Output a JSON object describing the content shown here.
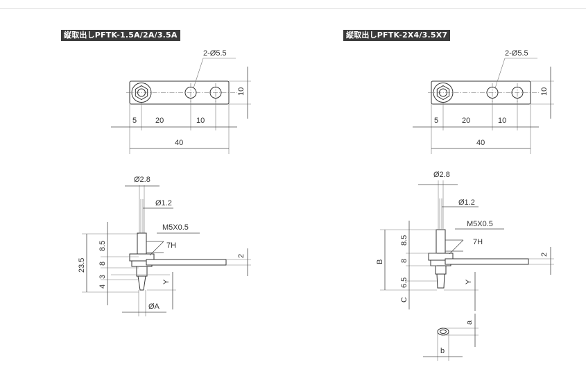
{
  "left": {
    "title": "縦取出しPFTK-1.5A/2A/3.5A",
    "hole_label": "2-Ø5.5",
    "dim_height": "10",
    "dim_5": "5",
    "dim_20": "20",
    "dim_10": "10",
    "dim_40": "40",
    "dia_28": "Ø2.8",
    "dia_12": "Ø1.2",
    "thread": "M5X0.5",
    "tol": "7H",
    "dim_235": "23.5",
    "dim_85": "8.5",
    "dim_8": "8",
    "dim_4": "4",
    "dim_3": "3",
    "dim_y": "Y",
    "dim_2": "2",
    "dia_a": "ØA"
  },
  "right": {
    "title": "縦取出しPFTK-2X4/3.5X7",
    "hole_label": "2-Ø5.5",
    "dim_height": "10",
    "dim_5": "5",
    "dim_20": "20",
    "dim_10": "10",
    "dim_40": "40",
    "dia_28": "Ø2.8",
    "dia_12": "Ø1.2",
    "thread": "M5X0.5",
    "tol": "7H",
    "dim_b": "B",
    "dim_85": "8.5",
    "dim_8": "8",
    "dim_65": "6.5",
    "dim_c": "C",
    "dim_y": "Y",
    "dim_2": "2",
    "dim_a_small": "a",
    "dim_b_small": "b"
  }
}
